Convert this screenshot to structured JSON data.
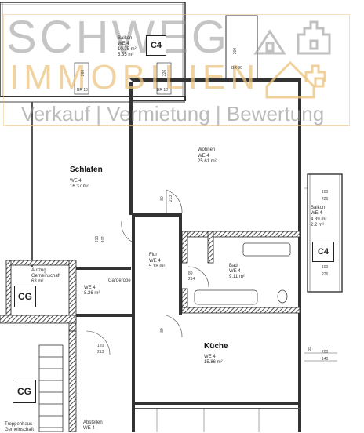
{
  "watermark": {
    "line1": "SCHWEG",
    "line2": "IMMOBILIEN",
    "tagline": "Verkauf | Vermietung | Bewertung",
    "colors": {
      "gray": "#969696",
      "gold": "#ECC482"
    }
  },
  "rooms": {
    "balkon_top": {
      "name": "Balkon",
      "unit": "WE 4",
      "area": "10.75 m²",
      "area2": "5.35 m²",
      "badge": "C4"
    },
    "schlafen": {
      "name": "Schlafen",
      "unit": "WE 4",
      "area": "16.37 m²"
    },
    "wohnen": {
      "name": "Wohnen",
      "unit": "WE 4",
      "area": "25.61 m²"
    },
    "balkon_right": {
      "name": "Balkon",
      "unit": "WE 4",
      "area": "4.39 m²",
      "area2": "2.2 m²",
      "badge": "C4"
    },
    "flur": {
      "name": "Flur",
      "unit": "WE 4",
      "area": "5.18 m²"
    },
    "bad": {
      "name": "Bad",
      "unit": "WE 4",
      "area": "9.11 m²"
    },
    "garderobe": {
      "name": "Garderobe",
      "unit": "WE 4",
      "area": "8.26 m²"
    },
    "aufzug": {
      "name": "Aufzug",
      "sub": "Gemeinschaft",
      "area": "63 m²",
      "badge": "CG"
    },
    "kueche": {
      "name": "Küche",
      "unit": "WE 4",
      "area": "15.86 m²"
    },
    "treppenhaus": {
      "name": "Treppenhaus",
      "sub": "Gemeinschaft",
      "badge": "CG"
    },
    "abstellen": {
      "name": "Abstellen",
      "unit": "WE 4"
    }
  },
  "dims": {
    "br90": "BR 90",
    "br10": "BR 10",
    "d200": "200",
    "d260": "260",
    "d226": "226",
    "d100": "100",
    "d213": "213",
    "d89": "89",
    "d214": "214",
    "d101": "101",
    "d140": "140",
    "d85": "85",
    "d120": "120"
  }
}
